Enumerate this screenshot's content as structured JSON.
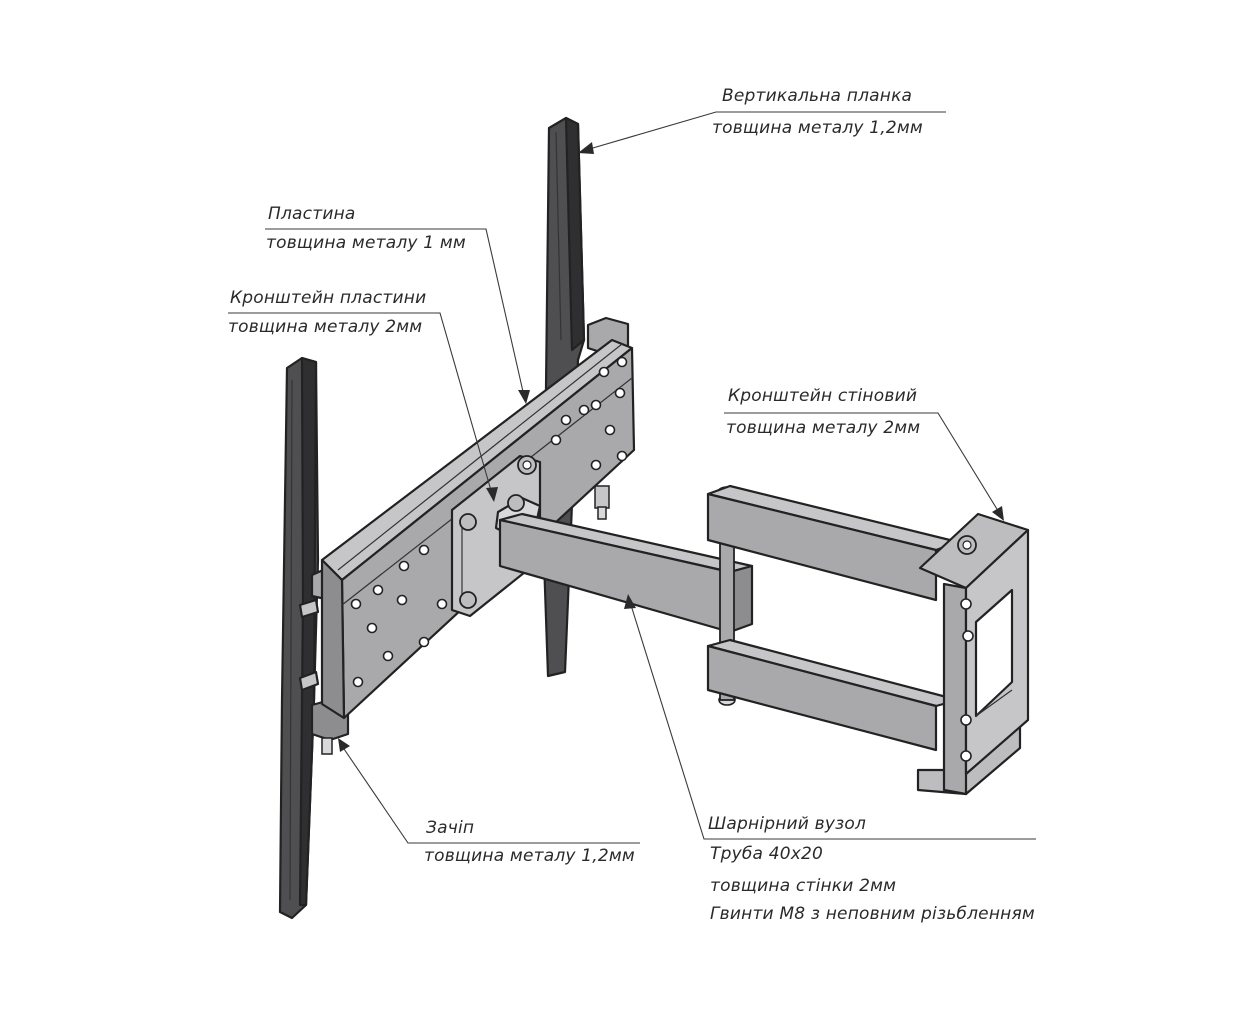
{
  "annotations": {
    "vertical_bar": {
      "name": "Вертикальна планка",
      "spec": "товщина металу 1,2мм"
    },
    "plate": {
      "name": "Пластина",
      "spec": "товщина металу 1 мм"
    },
    "plate_bracket": {
      "name": "Кронштейн пластини",
      "spec": "товщина металу 2мм"
    },
    "wall_bracket": {
      "name": "Кронштейн стіновий",
      "spec": "товщина металу 2мм"
    },
    "latch": {
      "name": "Зачіп",
      "spec": "товщина металу 1,2мм"
    },
    "hinge": {
      "name": "Шарнірний вузол",
      "tube": "Труба 40x20",
      "spec": "товщина стінки 2мм",
      "screws": "Гвинти М8 з неповним різьбленням"
    }
  },
  "colors": {
    "dark_metal": "#4f4f51",
    "dark_metal_side": "#2f2f31",
    "grey_metal": "#a9a9ab",
    "grey_metal_light": "#c6c6c8",
    "grey_metal_dark": "#8d8d90",
    "outline": "#222222",
    "text": "#2a2a2a"
  }
}
